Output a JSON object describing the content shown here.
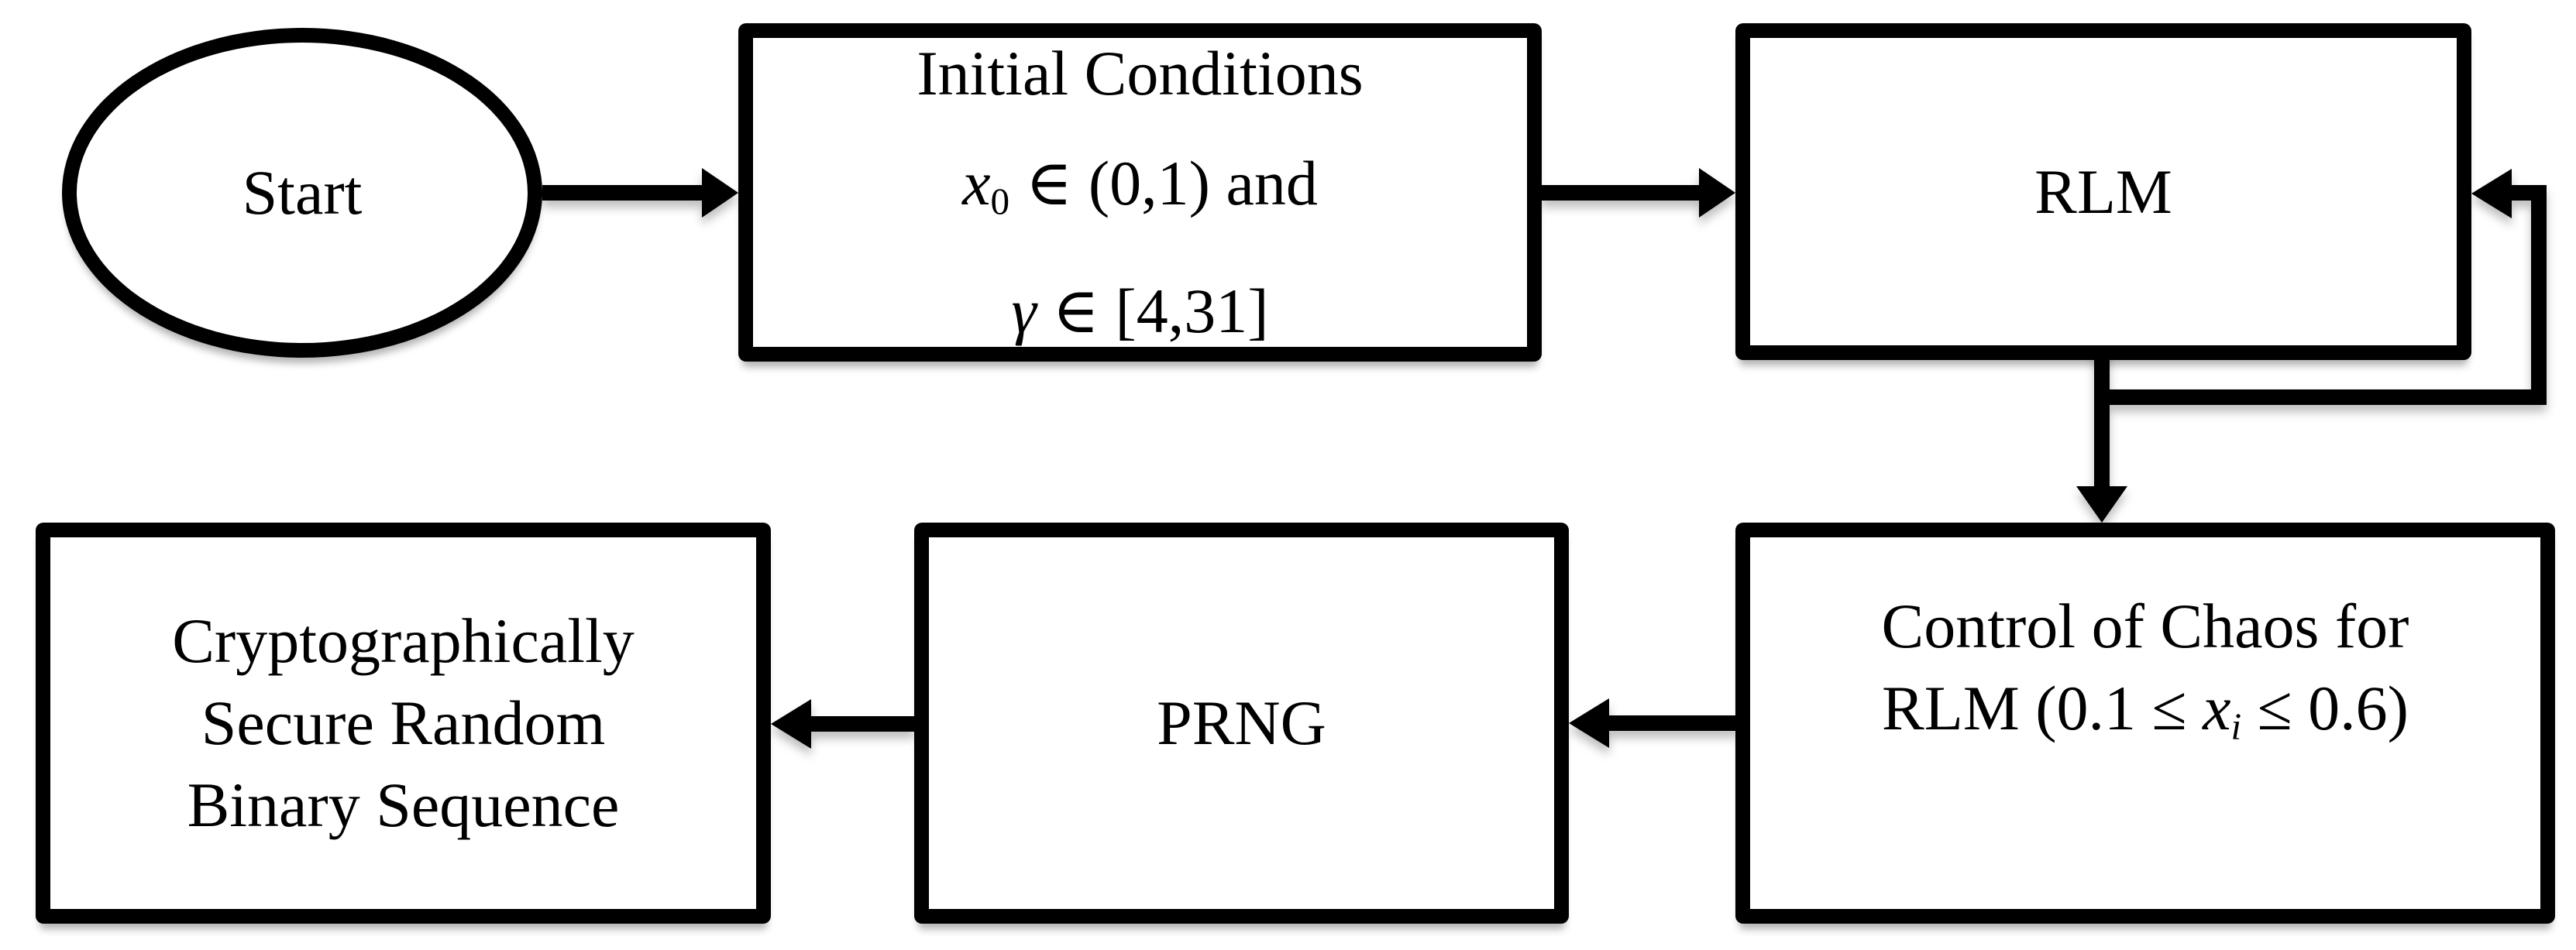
{
  "figure": {
    "background": "#ffffff",
    "ink_color": "#000000",
    "nodes": {
      "start": {
        "shape": "ellipse",
        "label": "Start"
      },
      "initial_conditions": {
        "shape": "rect",
        "line1": "Initial Conditions",
        "x_var": "x",
        "x_sub": "0",
        "x_rest": " ∈ (0,1) and",
        "g_var": "γ",
        "g_rest": " ∈ [4,31]"
      },
      "rlm": {
        "shape": "rect",
        "label": "RLM"
      },
      "control_of_chaos": {
        "shape": "rect",
        "line1": "Control of Chaos for",
        "line2_prefix": "RLM (0.1 ≤ ",
        "x_var": "x",
        "x_sub": "i",
        "line2_suffix": " ≤ 0.6)"
      },
      "prng": {
        "shape": "rect",
        "label": "PRNG"
      },
      "output": {
        "shape": "rect",
        "line1": "Cryptographically",
        "line2": "Secure Random",
        "line3": "Binary Sequence"
      }
    },
    "edges": [
      {
        "from": "start",
        "to": "initial_conditions",
        "direction": "right"
      },
      {
        "from": "initial_conditions",
        "to": "rlm",
        "direction": "right"
      },
      {
        "from": "rlm",
        "to": "rlm",
        "direction": "feedback-loop-right"
      },
      {
        "from": "rlm",
        "to": "control_of_chaos",
        "direction": "down"
      },
      {
        "from": "control_of_chaos",
        "to": "prng",
        "direction": "left"
      },
      {
        "from": "prng",
        "to": "output",
        "direction": "left"
      }
    ]
  }
}
